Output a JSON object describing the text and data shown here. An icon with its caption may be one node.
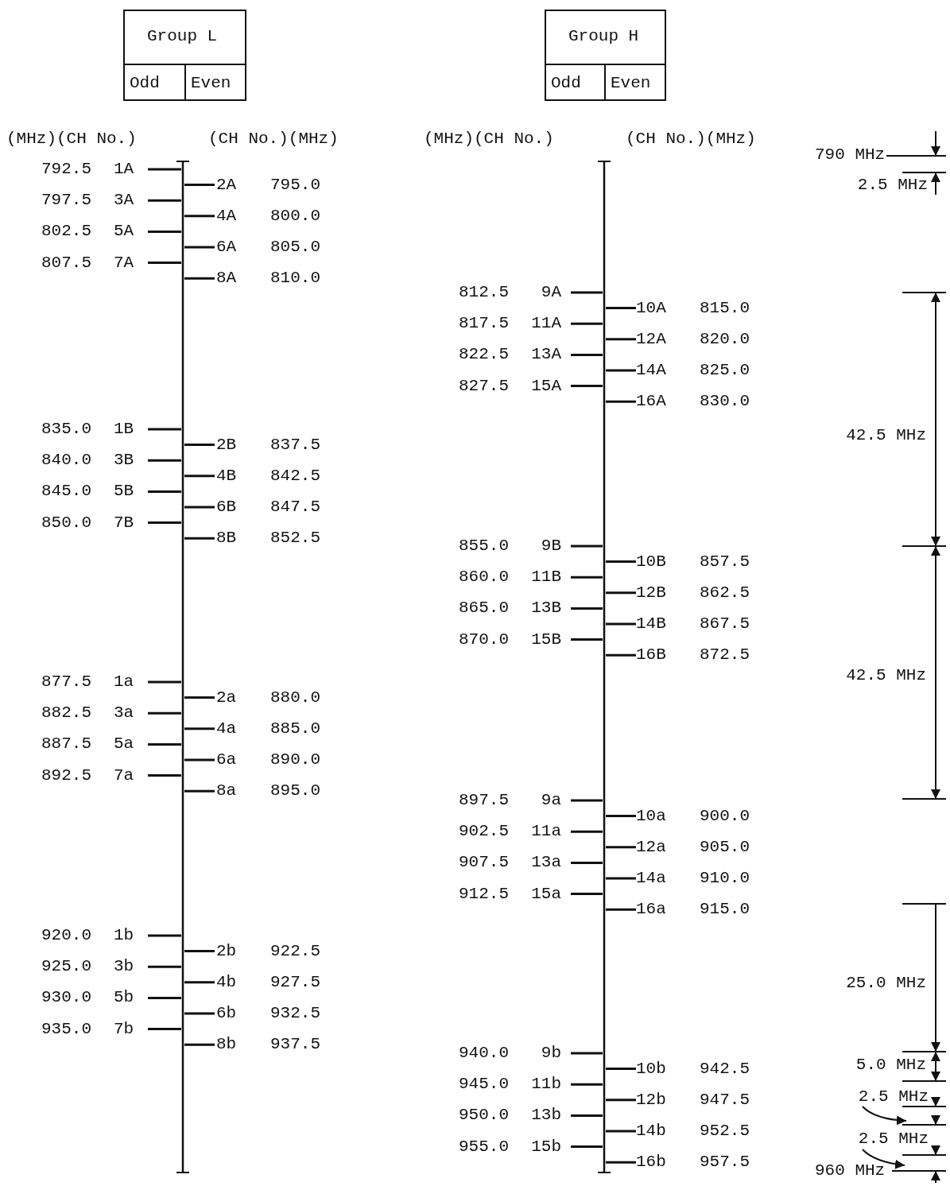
{
  "diagram": {
    "nodes": [
      {
        "text": [
          "Group L"
        ]
      },
      {
        "text": [
          "Odd"
        ],
        "in": 0
      },
      {
        "text": [
          "Even"
        ],
        "in": 0
      },
      {
        "text": [
          "Group H"
        ]
      },
      {
        "text": [
          "Odd"
        ],
        "in": 3
      },
      {
        "text": [
          "Even"
        ],
        "in": 3
      }
    ],
    "labels": [
      "(MHz)(CH No.)",
      "(CH No.)(MHz)",
      "(MHz)(CH No.)",
      "(CH No.)(MHz)",
      "792.5",
      "1A",
      "2A",
      "795.0",
      "797.5",
      "3A",
      "4A",
      "800.0",
      "802.5",
      "5A",
      "6A",
      "805.0",
      "807.5",
      "7A",
      "8A",
      "810.0",
      "835.0",
      "1B",
      "2B",
      "837.5",
      "840.0",
      "3B",
      "4B",
      "842.5",
      "845.0",
      "5B",
      "6B",
      "847.5",
      "850.0",
      "7B",
      "8B",
      "852.5",
      "877.5",
      "1a",
      "2a",
      "880.0",
      "882.5",
      "3a",
      "4a",
      "885.0",
      "887.5",
      "5a",
      "6a",
      "890.0",
      "892.5",
      "7a",
      "8a",
      "895.0",
      "920.0",
      "1b",
      "2b",
      "922.5",
      "925.0",
      "3b",
      "4b",
      "927.5",
      "930.0",
      "5b",
      "6b",
      "932.5",
      "935.0",
      "7b",
      "8b",
      "937.5",
      "812.5",
      "9A",
      "10A",
      "815.0",
      "817.5",
      "11A",
      "12A",
      "820.0",
      "822.5",
      "13A",
      "14A",
      "825.0",
      "827.5",
      "15A",
      "16A",
      "830.0",
      "855.0",
      "9B",
      "10B",
      "857.5",
      "860.0",
      "11B",
      "12B",
      "862.5",
      "865.0",
      "13B",
      "14B",
      "867.5",
      "870.0",
      "15B",
      "16B",
      "872.5",
      "897.5",
      "9a",
      "10a",
      "900.0",
      "902.5",
      "11a",
      "12a",
      "905.0",
      "907.5",
      "13a",
      "14a",
      "910.0",
      "912.5",
      "15a",
      "16a",
      "915.0",
      "940.0",
      "9b",
      "10b",
      "942.5",
      "945.0",
      "11b",
      "12b",
      "947.5",
      "950.0",
      "13b",
      "14b",
      "952.5",
      "955.0",
      "15b",
      "16b",
      "957.5",
      "790 MHz",
      "2.5 MHz",
      "42.5 MHz",
      "42.5 MHz",
      "25.0 MHz",
      "5.0 MHz",
      "2.5 MHz",
      "2.5 MHz",
      "960 MHz"
    ]
  }
}
